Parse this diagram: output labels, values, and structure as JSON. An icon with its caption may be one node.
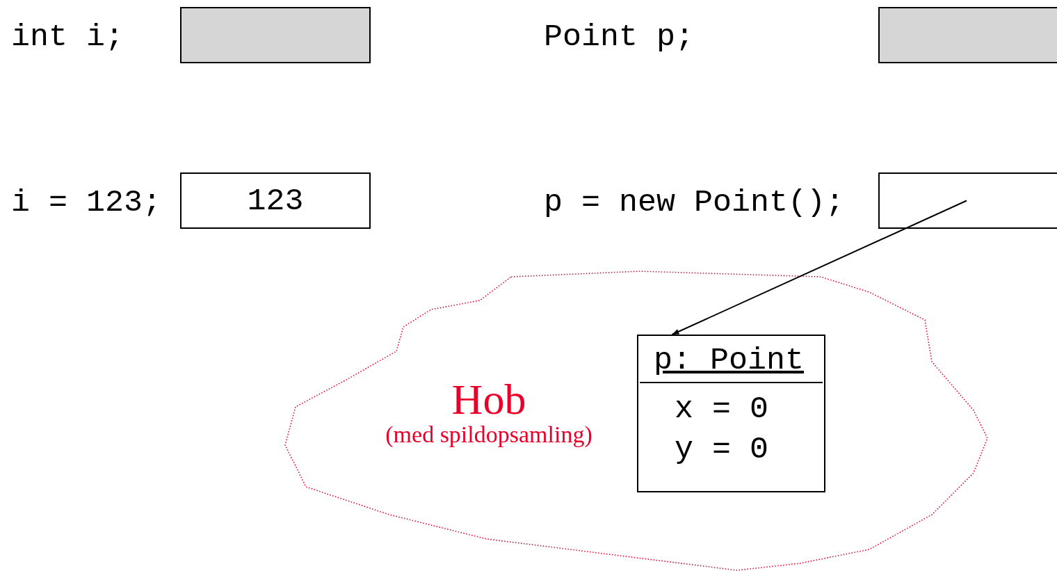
{
  "diagram": {
    "nodes": [
      {
        "text": [],
        "shape": "box"
      },
      {
        "text": [
          "123"
        ]
      },
      {
        "text": [],
        "shape": "box"
      },
      {
        "text": [],
        "shape": "box"
      },
      {
        "text": [
          "Hob",
          "(med spildopsamling)"
        ]
      },
      {
        "text": [
          "p: Point",
          "x = 0",
          "y = 0"
        ],
        "in": 4
      }
    ],
    "edges": [
      {
        "from": 3,
        "to": 5,
        "arrow": "to"
      }
    ],
    "labels": [
      "int i;",
      "Point p;",
      "i = 123;",
      "p = new Point();"
    ]
  }
}
